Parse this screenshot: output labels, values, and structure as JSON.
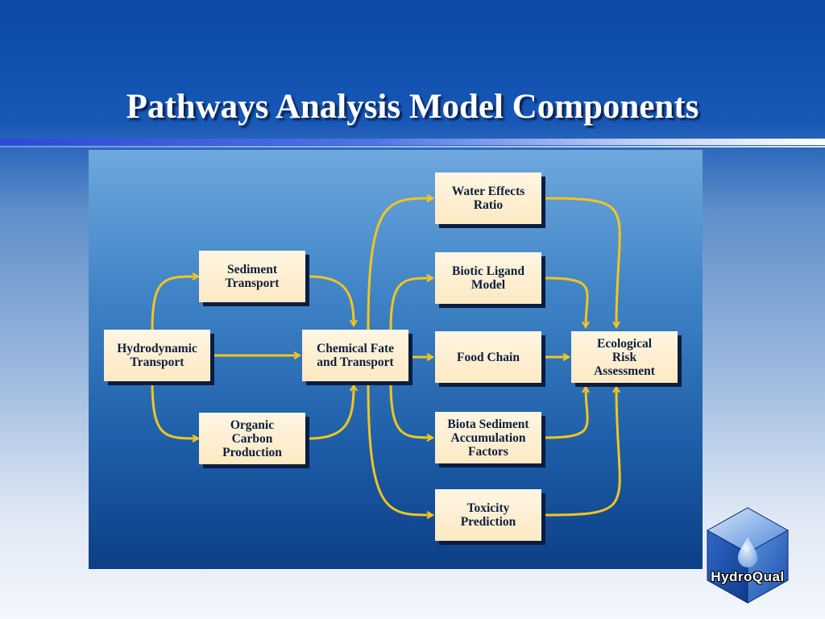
{
  "slide": {
    "title": "Pathways Analysis Model Components"
  },
  "nodes": [
    {
      "id": "sediment",
      "label": "Sediment\nTransport"
    },
    {
      "id": "hydro",
      "label": "Hydrodynamic\nTransport"
    },
    {
      "id": "organic",
      "label": "Organic\nCarbon\nProduction"
    },
    {
      "id": "chem",
      "label": "Chemical Fate\nand Transport"
    },
    {
      "id": "water",
      "label": "Water Effects\nRatio"
    },
    {
      "id": "biotic",
      "label": "Biotic Ligand\nModel"
    },
    {
      "id": "food",
      "label": "Food Chain"
    },
    {
      "id": "biota",
      "label": "Biota Sediment\nAccumulation\nFactors"
    },
    {
      "id": "toxicity",
      "label": "Toxicity\nPrediction"
    },
    {
      "id": "eco",
      "label": "Ecological\nRisk\nAssessment"
    }
  ],
  "edges": [
    {
      "from": "hydro",
      "to": "sediment"
    },
    {
      "from": "hydro",
      "to": "chem"
    },
    {
      "from": "hydro",
      "to": "organic"
    },
    {
      "from": "sediment",
      "to": "chem"
    },
    {
      "from": "organic",
      "to": "chem"
    },
    {
      "from": "chem",
      "to": "water"
    },
    {
      "from": "chem",
      "to": "biotic"
    },
    {
      "from": "chem",
      "to": "food"
    },
    {
      "from": "chem",
      "to": "biota"
    },
    {
      "from": "chem",
      "to": "toxicity"
    },
    {
      "from": "water",
      "to": "eco"
    },
    {
      "from": "biotic",
      "to": "eco"
    },
    {
      "from": "food",
      "to": "eco"
    },
    {
      "from": "biota",
      "to": "eco"
    },
    {
      "from": "toxicity",
      "to": "eco"
    }
  ],
  "colors": {
    "arrow": "#f2c51e",
    "node_fill": "#fde9c3",
    "node_text": "#0e1e3c",
    "panel_top": "#6ea8de",
    "panel_bottom": "#0c3f86"
  },
  "logo": {
    "text": "HydroQual",
    "icon": "hydroqual-cube-logo"
  }
}
